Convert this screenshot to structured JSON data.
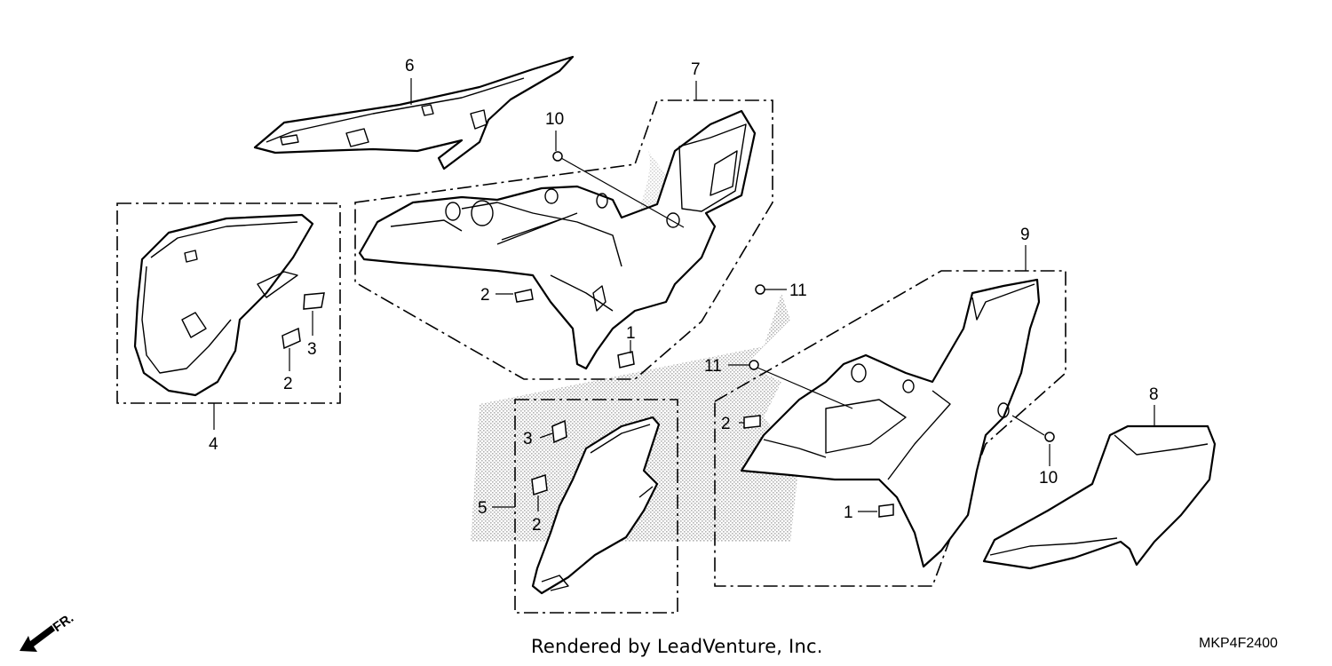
{
  "callouts": {
    "c1a": "1",
    "c1b": "1",
    "c2a": "2",
    "c2b": "2",
    "c2c": "2",
    "c2d": "2",
    "c3a": "3",
    "c3b": "3",
    "c4": "4",
    "c5": "5",
    "c6": "6",
    "c7": "7",
    "c8": "8",
    "c9": "9",
    "c10a": "10",
    "c10b": "10",
    "c11a": "11",
    "c11b": "11"
  },
  "direction": {
    "label": "FR."
  },
  "footer": {
    "credit": "Rendered by LeadVenture, Inc.",
    "code": "MKP4F2400"
  },
  "colors": {
    "line": "#000000",
    "background": "#ffffff",
    "stipple": "#b0b0b0"
  }
}
